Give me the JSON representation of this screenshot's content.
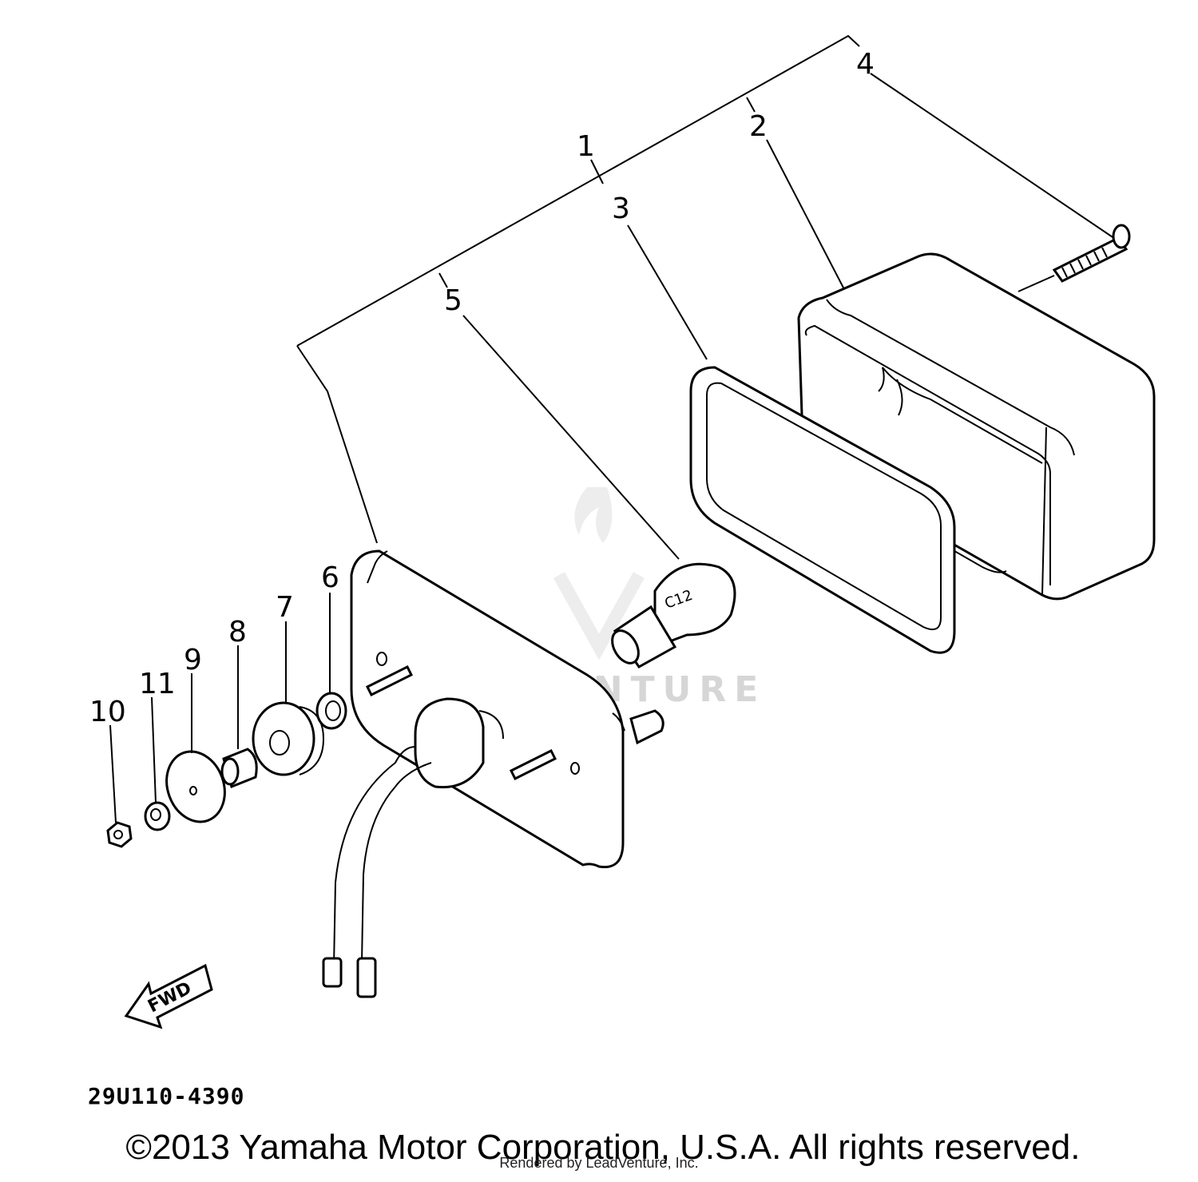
{
  "callouts": [
    {
      "label": "1"
    },
    {
      "label": "2"
    },
    {
      "label": "3"
    },
    {
      "label": "4"
    },
    {
      "label": "5"
    },
    {
      "label": "6"
    },
    {
      "label": "7"
    },
    {
      "label": "8"
    },
    {
      "label": "9"
    },
    {
      "label": "10"
    },
    {
      "label": "11"
    }
  ],
  "fwd_label": "FWD",
  "diagram_code": "29U110-4390",
  "watermark": "LEADVENTURE",
  "copyright": "©2013 Yamaha Motor Corporation, U.S.A. All rights reserved.",
  "rendered_by": "Rendered by LeadVenture, Inc."
}
